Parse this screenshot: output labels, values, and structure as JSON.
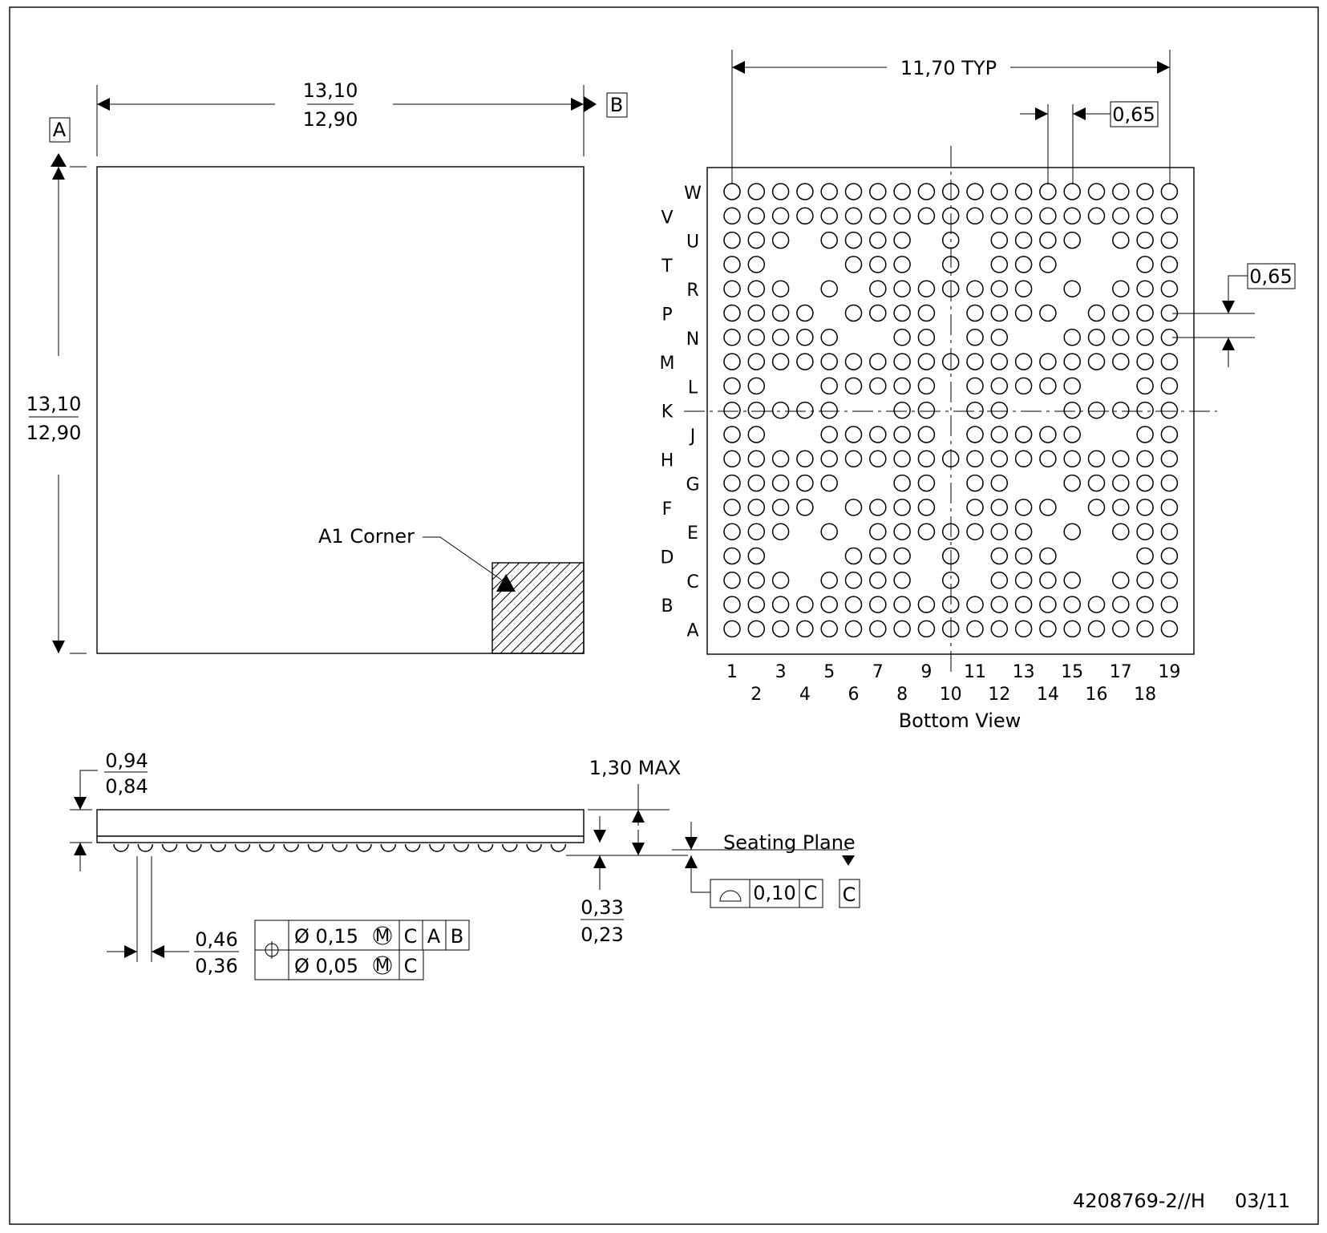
{
  "top_view": {
    "dim_width_upper": "13,10",
    "dim_width_lower": "12,90",
    "dim_height_upper": "13,10",
    "dim_height_lower": "12,90",
    "datum_a": "A",
    "datum_b": "B",
    "a1_corner_label": "A1 Corner"
  },
  "bottom_view": {
    "title": "Bottom View",
    "span_label": "11,70 TYP",
    "pitch_h_label": "0,65",
    "pitch_v_label": "0,65",
    "row_labels": [
      "W",
      "V",
      "U",
      "T",
      "R",
      "P",
      "N",
      "M",
      "L",
      "K",
      "J",
      "H",
      "G",
      "F",
      "E",
      "D",
      "C",
      "B",
      "A"
    ],
    "col_labels": [
      "1",
      "2",
      "3",
      "4",
      "5",
      "6",
      "7",
      "8",
      "9",
      "10",
      "11",
      "12",
      "13",
      "14",
      "15",
      "16",
      "17",
      "18",
      "19"
    ],
    "ball_rows": [
      "1111111111111111111",
      "1111111111111111111",
      "1110111101011110111",
      "1100011101011100011",
      "1110101111111010111",
      "1111011110111101111",
      "1111100110110011111",
      "1111111111111111111",
      "1100111110111110011",
      "1111100110110011111",
      "1100111110111110011",
      "1111111111111111111",
      "1111100110110011111",
      "1111011110111101111",
      "1110101111111010111",
      "1100011101011100011",
      "1110111101011110111",
      "1111111111111111111",
      "1111111111111111111"
    ]
  },
  "side_view": {
    "body_thickness_upper": "0,94",
    "body_thickness_lower": "0,84",
    "max_height_label": "1,30 MAX",
    "standoff_upper": "0,33",
    "standoff_lower": "0,23",
    "seating_plane_label": "Seating Plane",
    "datum_c": "C",
    "ball_diam_upper": "0,46",
    "ball_diam_lower": "0,36",
    "coplanarity_value": "0,10",
    "coplanarity_datum": "C",
    "ball_count": 19,
    "position_tol_1": "Ø 0,15",
    "position_tol_2": "Ø 0,05",
    "modifier": "M",
    "ref_c": "C",
    "ref_a": "A",
    "ref_b": "B"
  },
  "footer": {
    "drawing_number": "4208769-2//H",
    "date": "03/11"
  }
}
